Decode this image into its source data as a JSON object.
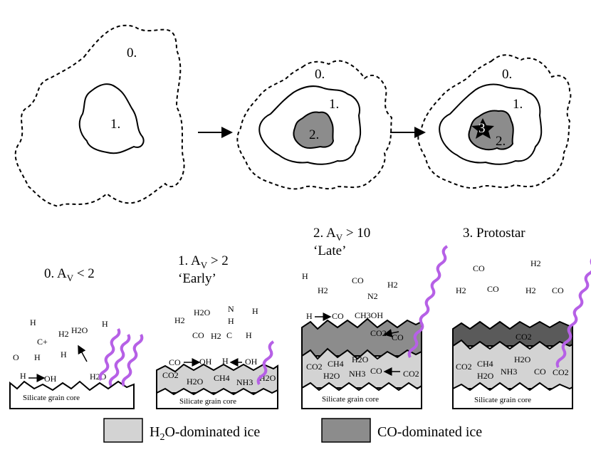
{
  "colors": {
    "h2o_ice": "#d3d3d3",
    "co_ice": "#8c8c8c",
    "co_ice_dark": "#5a5a5a",
    "photon": "#b660e6",
    "outline": "#000000"
  },
  "clouds": [
    {
      "labels": [
        "0.",
        "1."
      ]
    },
    {
      "labels": [
        "0.",
        "1.",
        "2."
      ]
    },
    {
      "labels": [
        "0.",
        "1.",
        "2.",
        "3"
      ]
    }
  ],
  "panels": [
    {
      "title_line1": "0. A",
      "title_sub": "V",
      "title_rest": " < 2",
      "subtitle": "",
      "core_label": "Silicate grain core",
      "molecules": [
        "H",
        "C+",
        "H2O",
        "H",
        "H2",
        "O",
        "H",
        "H",
        "H",
        "OH",
        "H2O"
      ]
    },
    {
      "title_line1": "1. A",
      "title_sub": "V",
      "title_rest": " > 2",
      "subtitle": "‘Early’",
      "core_label": "Silicate grain core",
      "molecules": [
        "H2O",
        "N",
        "H",
        "H2",
        "CO",
        "H2",
        "C",
        "H",
        "H",
        "CO",
        "OH",
        "H",
        "OH",
        "CO2",
        "H2O",
        "CH4",
        "NH3",
        "H2O"
      ]
    },
    {
      "title_line1": "2. A",
      "title_sub": "V",
      "title_rest": " > 10",
      "subtitle": "‘Late’",
      "core_label": "Silicate grain core",
      "molecules": [
        "H",
        "CO",
        "H2",
        "N2",
        "H2",
        "H",
        "CO",
        "CH3OH",
        "CO2",
        "CO",
        "H2O",
        "CO2",
        "CH4",
        "NH3",
        "CO",
        "CO2",
        "H2O"
      ]
    },
    {
      "title_line1": "3. Protostar",
      "title_sub": "",
      "title_rest": "",
      "subtitle": "",
      "core_label": "Silicate grain core",
      "molecules": [
        "CO",
        "H2",
        "H2",
        "CO",
        "H2",
        "CO",
        "CO2",
        "H2O",
        "CO2",
        "CH4",
        "H2O",
        "NH3",
        "CO",
        "CO2"
      ]
    }
  ],
  "legend": [
    {
      "label_pre": "H",
      "label_sub": "2",
      "label_post": "O-dominated ice"
    },
    {
      "label_pre": "CO-dominated ice",
      "label_sub": "",
      "label_post": ""
    }
  ]
}
